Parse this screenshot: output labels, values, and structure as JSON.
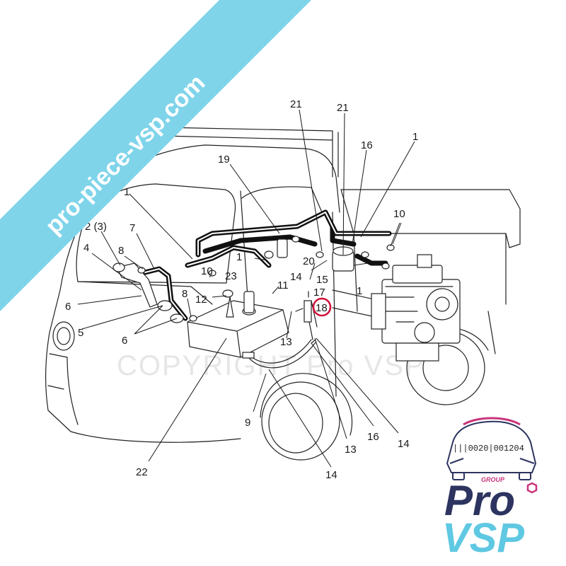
{
  "banner": {
    "text": "pro-piece-vsp.com",
    "color": "#7fd4ea"
  },
  "watermark": {
    "text": "COPYRIGHT Pro VSP"
  },
  "reference_code": "|||0020|001204",
  "logo": {
    "group": "GROUP",
    "pro": "Pro",
    "vsp": "VSP",
    "accent": "#c9347a",
    "navy": "#2d3460",
    "cyan": "#5fc8e2"
  },
  "highlight": {
    "callout": "18",
    "color": "#d0103a"
  },
  "callouts": [
    "21",
    "21",
    "16",
    "1",
    "19",
    "1",
    "2 (3)",
    "7",
    "10",
    "4",
    "8",
    "1",
    "10",
    "23",
    "20",
    "15",
    "14",
    "11",
    "8",
    "12",
    "17",
    "18",
    "1",
    "6",
    "5",
    "6",
    "13",
    "9",
    "13",
    "16",
    "14",
    "22",
    "14"
  ]
}
